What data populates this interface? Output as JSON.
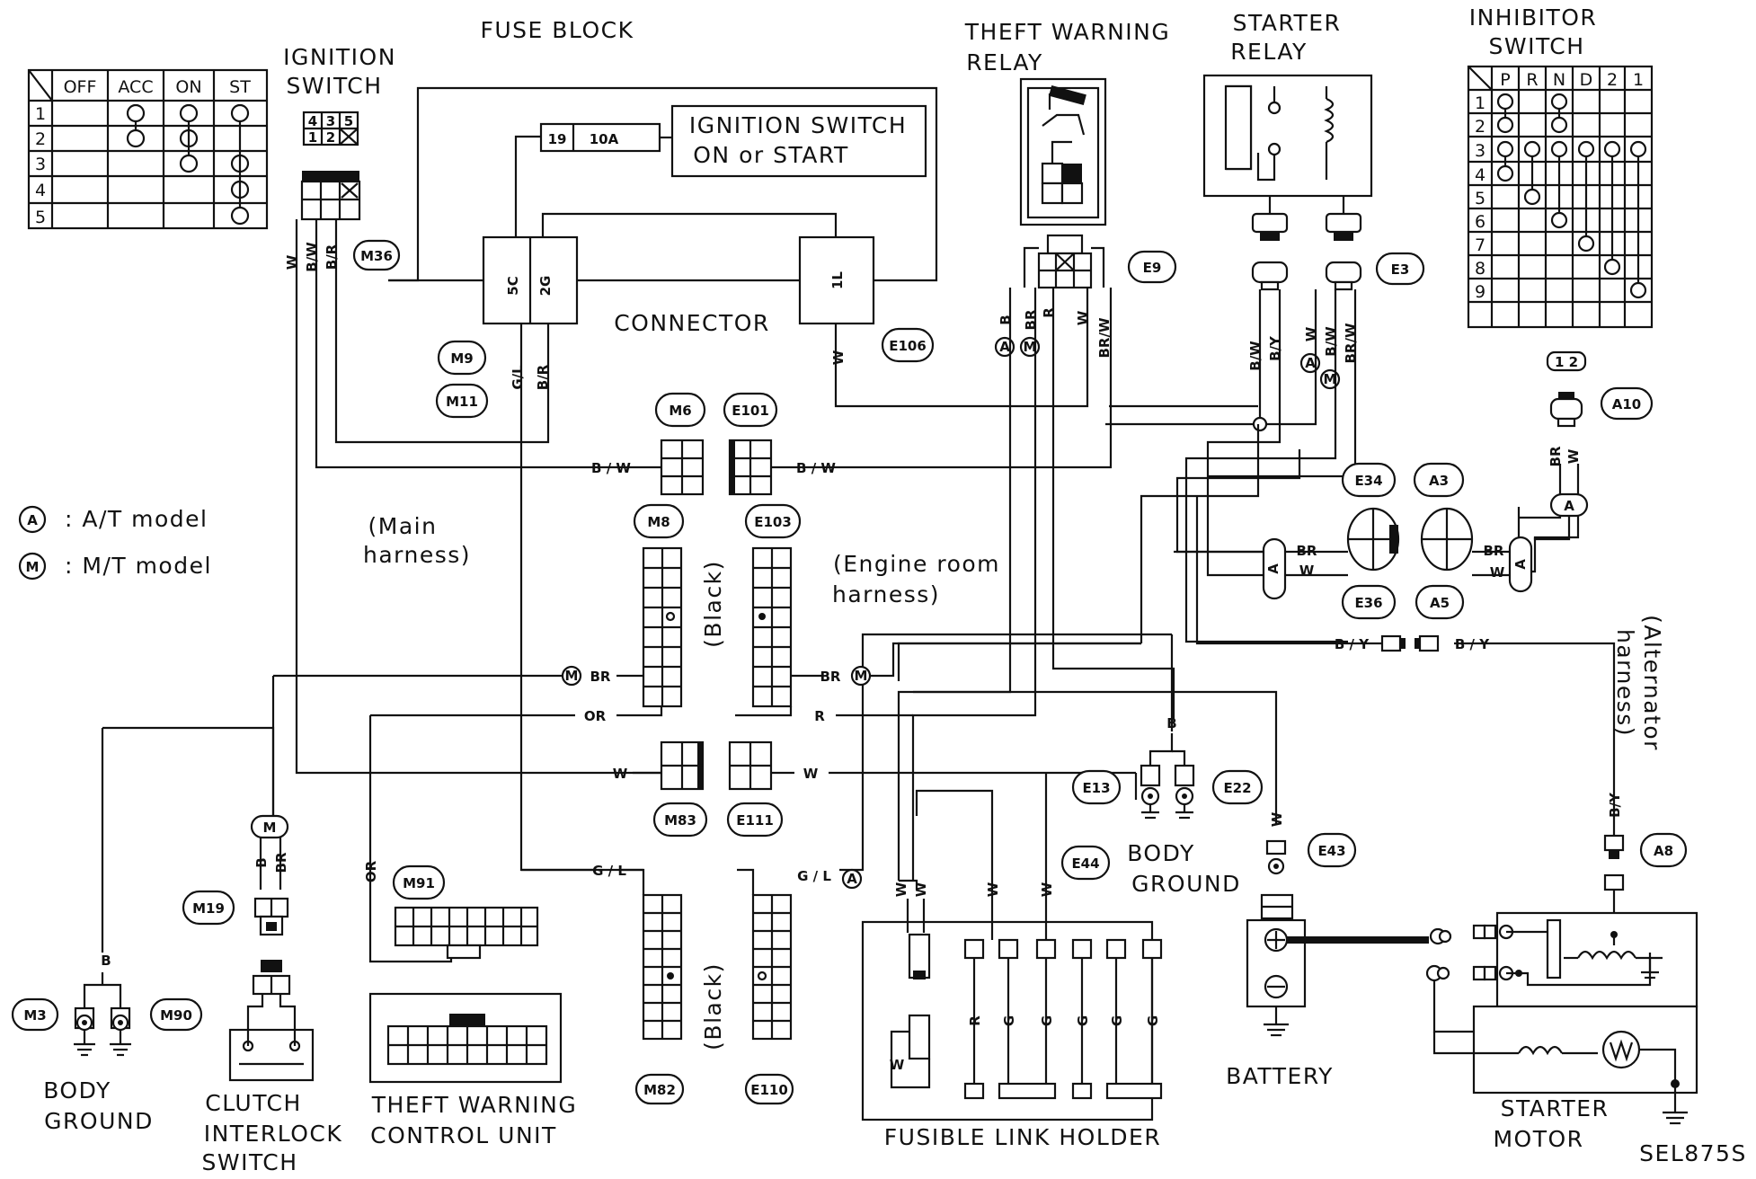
{
  "title_block": "SEL875S",
  "labels": {
    "fuse_block": "FUSE BLOCK",
    "ignition_switch": [
      "IGNITION",
      "SWITCH"
    ],
    "ign_on_start": [
      "IGNITION SWITCH",
      "ON or START"
    ],
    "connector": "CONNECTOR",
    "theft_relay": [
      "THEFT WARNING",
      "RELAY"
    ],
    "starter_relay": [
      "STARTER",
      "RELAY"
    ],
    "inhibitor_switch": [
      "INHIBITOR",
      "SWITCH"
    ],
    "main_harness": [
      "(Main",
      "harness)"
    ],
    "engine_room_harness": [
      "(Engine room",
      "harness)"
    ],
    "black": "(Black)",
    "alternator_harness": [
      "(Alternator",
      "harness)"
    ],
    "body_ground_left": [
      "BODY",
      "GROUND"
    ],
    "body_ground_mid": [
      "BODY",
      "GROUND"
    ],
    "clutch_switch": [
      "CLUTCH",
      "INTERLOCK",
      "SWITCH"
    ],
    "theft_cu": [
      "THEFT WARNING",
      "CONTROL UNIT"
    ],
    "fusible_link": "FUSIBLE LINK HOLDER",
    "battery": "BATTERY",
    "starter_motor": [
      "STARTER",
      "MOTOR"
    ],
    "fuse": {
      "num": "19",
      "rating": "10A"
    }
  },
  "legend": [
    {
      "sym": "A",
      "text": ": A/T model"
    },
    {
      "sym": "M",
      "text": ": M/T model"
    }
  ],
  "ign_table": {
    "header": [
      "OFF",
      "ACC",
      "ON",
      "ST"
    ],
    "rows": [
      "1",
      "2",
      "3",
      "4",
      "5"
    ]
  },
  "inhibitor_table": {
    "header": [
      "P",
      "R",
      "N",
      "D",
      "2",
      "1"
    ],
    "rows": [
      "1",
      "2",
      "3",
      "4",
      "5",
      "6",
      "7",
      "8",
      "9"
    ]
  },
  "ign_connector_pins": [
    "4",
    "3",
    "5",
    "1",
    "2"
  ],
  "connectors": {
    "M36": "M36",
    "M9": "M9",
    "M11": "M11",
    "E106": "E106",
    "E9": "E9",
    "E3": "E3",
    "M6": "M6",
    "E101": "E101",
    "M8": "M8",
    "E103": "E103",
    "A10": "A10",
    "E34": "E34",
    "A3": "A3",
    "E36": "E36",
    "A5": "A5",
    "M83": "M83",
    "E111": "E111",
    "M91": "M91",
    "M19": "M19",
    "M3": "M3",
    "M90": "M90",
    "M82": "M82",
    "E110": "E110",
    "E13": "E13",
    "E22": "E22",
    "E44": "E44",
    "E43": "E43",
    "A8": "A8"
  },
  "fuse_block_pins": {
    "p5c": "5C",
    "p2g": "2G",
    "p1l": "1L"
  },
  "a10_pins": "1 2",
  "wires": {
    "w": "W",
    "bw": "B/W",
    "br_": "B/R",
    "gl": "G/L",
    "b": "B",
    "br": "BR",
    "r": "R",
    "brw": "BR/W",
    "by": "B/Y",
    "or": "OR",
    "g": "G",
    "bw_slash": "B / W",
    "br_sp": "BR",
    "by_slash": "B / Y",
    "gl_slash": "G / L"
  }
}
